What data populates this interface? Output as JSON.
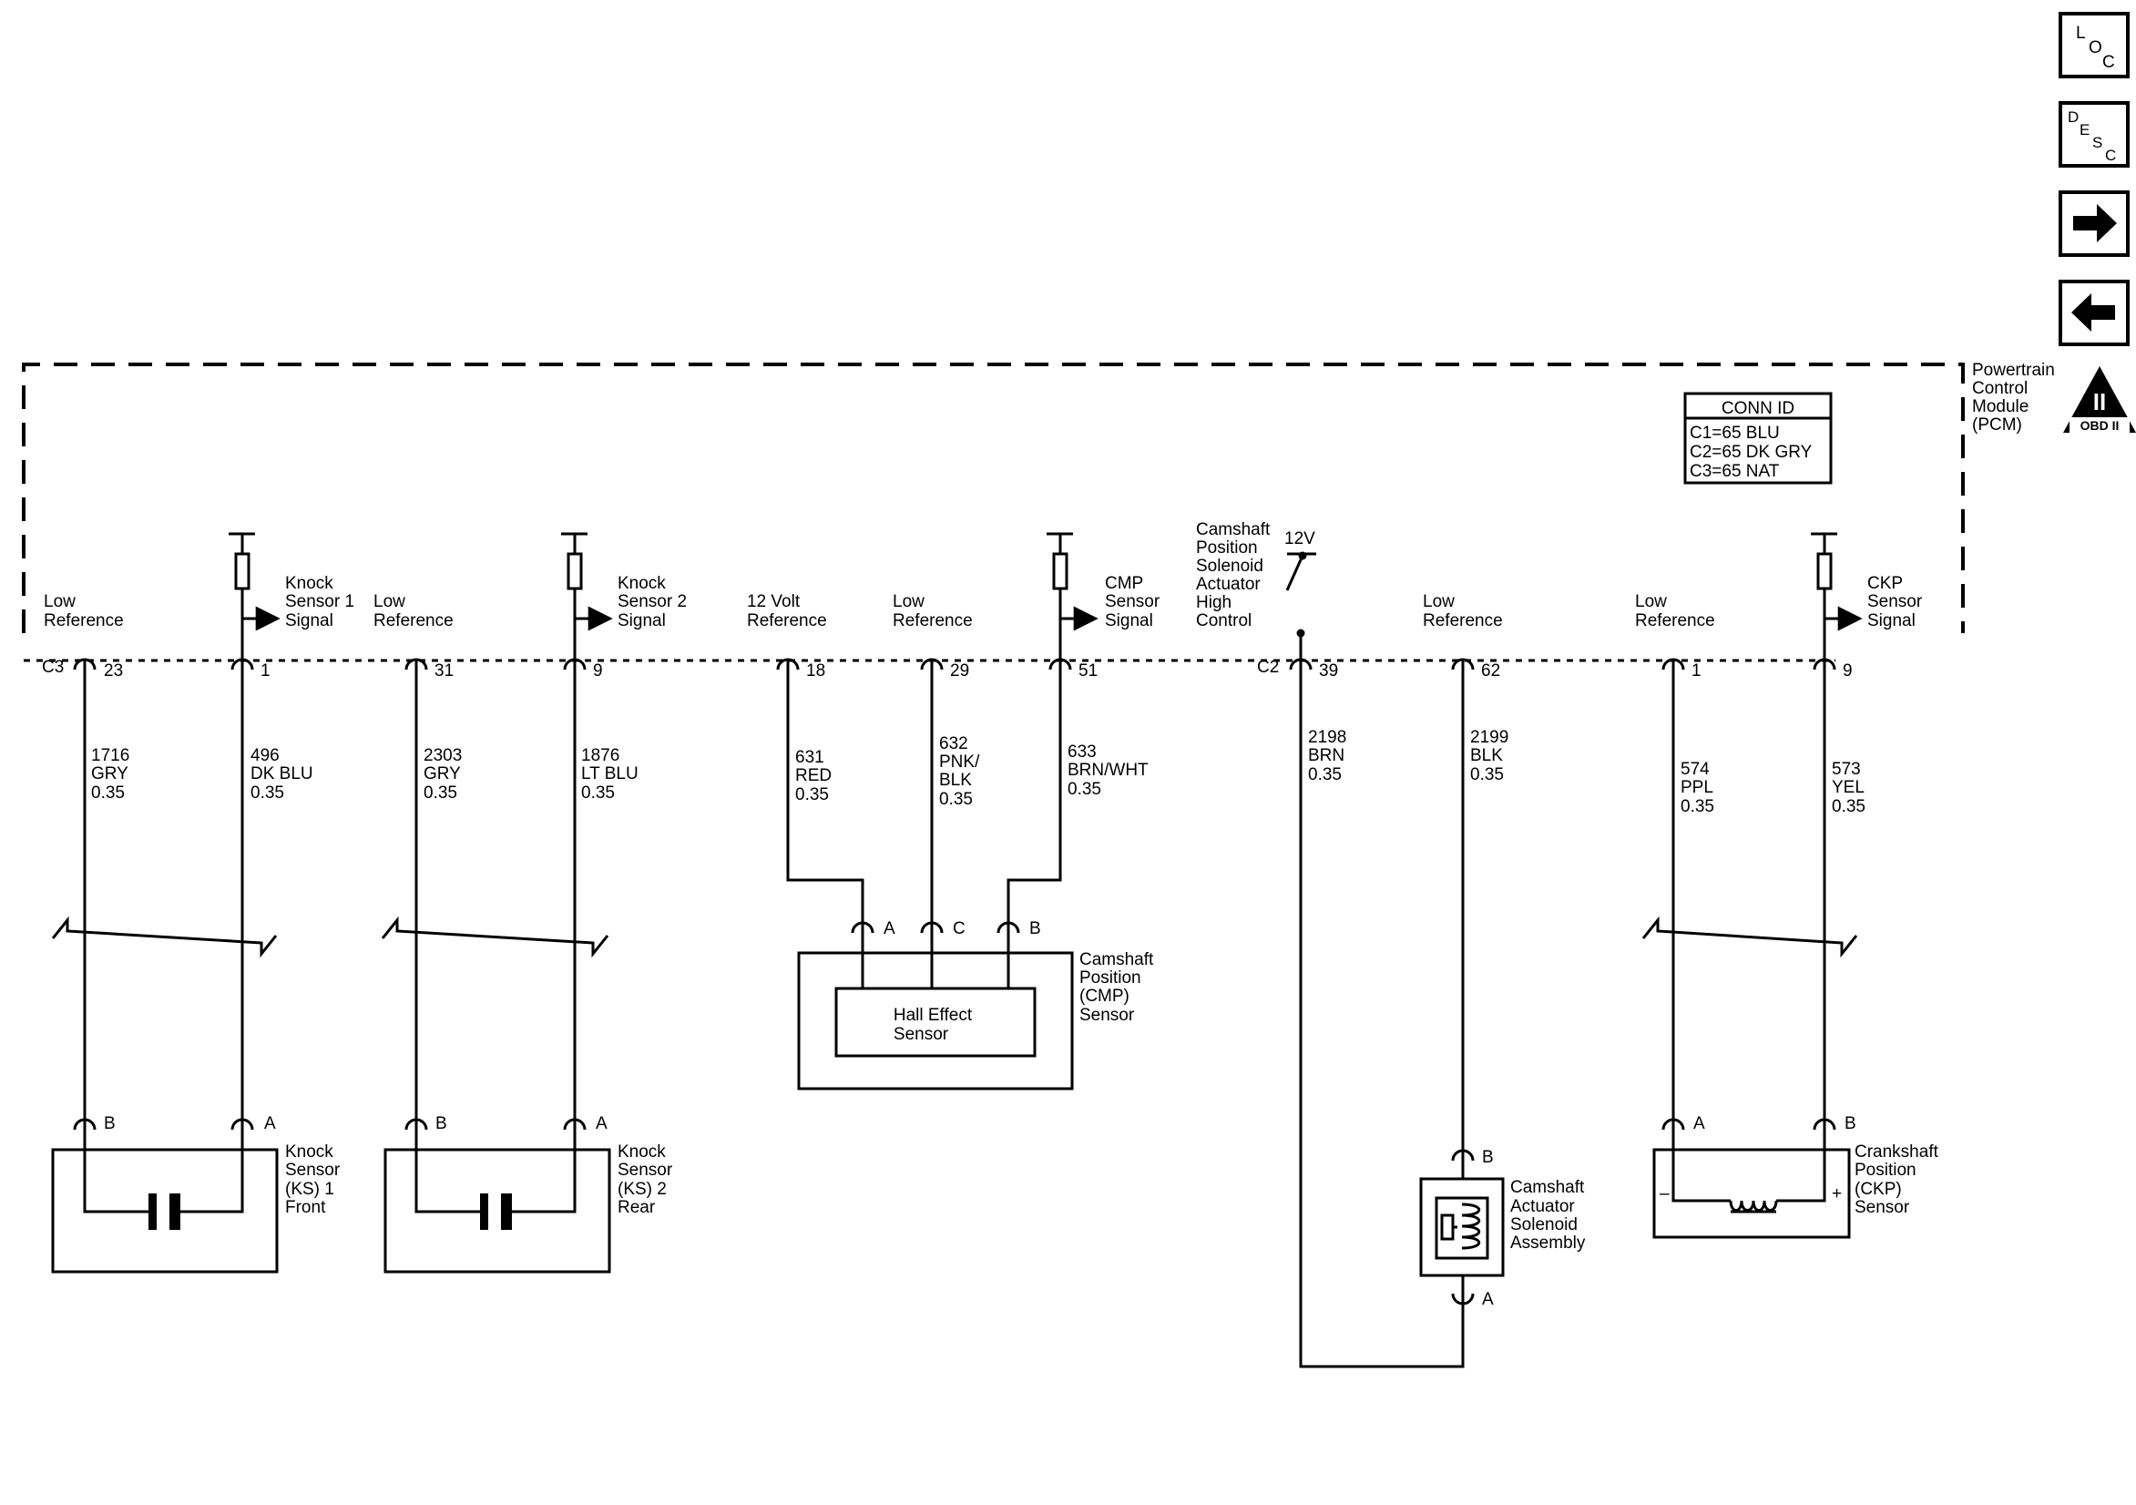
{
  "module": {
    "name": [
      "Powertrain",
      "Control",
      "Module",
      "(PCM)"
    ],
    "conn_id": {
      "title": "CONN ID",
      "lines": [
        "C1=65 BLU",
        "C2=65 DK GRY",
        "C3=65 NAT"
      ]
    },
    "obd": {
      "numeral": "II",
      "text": "OBD II"
    }
  },
  "nav": {
    "loc": [
      "L",
      "O",
      "C"
    ],
    "desc": [
      "D",
      "E",
      "S",
      "C"
    ],
    "forward": "forward-arrow",
    "back": "back-arrow"
  },
  "connectors": {
    "c3": "C3",
    "c2": "C2"
  },
  "circuits": [
    {
      "id": "ks1-low",
      "label": [
        "Low",
        "Reference"
      ],
      "pin": "23",
      "wire": [
        "1716",
        "GRY",
        "0.35"
      ],
      "sensor_pin": "B"
    },
    {
      "id": "ks1-sig",
      "label": [
        "Knock",
        "Sensor 1",
        "Signal"
      ],
      "pin": "1",
      "wire": [
        "496",
        "DK BLU",
        "0.35"
      ],
      "sensor_pin": "A"
    },
    {
      "id": "ks2-low",
      "label": [
        "Low",
        "Reference"
      ],
      "pin": "31",
      "wire": [
        "2303",
        "GRY",
        "0.35"
      ],
      "sensor_pin": "B"
    },
    {
      "id": "ks2-sig",
      "label": [
        "Knock",
        "Sensor 2",
        "Signal"
      ],
      "pin": "9",
      "wire": [
        "1876",
        "LT BLU",
        "0.35"
      ],
      "sensor_pin": "A"
    },
    {
      "id": "cmp-12v",
      "label": [
        "12 Volt",
        "Reference"
      ],
      "pin": "18",
      "wire": [
        "631",
        "RED",
        "0.35"
      ],
      "sensor_pin": "A"
    },
    {
      "id": "cmp-low",
      "label": [
        "Low",
        "Reference"
      ],
      "pin": "29",
      "wire": [
        "632",
        "PNK/",
        "BLK",
        "0.35"
      ],
      "sensor_pin": "C"
    },
    {
      "id": "cmp-sig",
      "label": [
        "CMP",
        "Sensor",
        "Signal"
      ],
      "pin": "51",
      "wire": [
        "633",
        "BRN/WHT",
        "0.35"
      ],
      "sensor_pin": "B"
    },
    {
      "id": "cam-hi",
      "label": [
        "Camshaft",
        "Position",
        "Solenoid",
        "Actuator",
        "High",
        "Control"
      ],
      "supply": "12V",
      "pin": "39",
      "wire": [
        "2198",
        "BRN",
        "0.35"
      ],
      "sensor_pin": "A"
    },
    {
      "id": "cam-low",
      "label": [
        "Low",
        "Reference"
      ],
      "pin": "62",
      "wire": [
        "2199",
        "BLK",
        "0.35"
      ],
      "sensor_pin": "B"
    },
    {
      "id": "ckp-low",
      "label": [
        "Low",
        "Reference"
      ],
      "pin": "1",
      "wire": [
        "574",
        "PPL",
        "0.35"
      ],
      "sensor_pin": "A"
    },
    {
      "id": "ckp-sig",
      "label": [
        "CKP",
        "Sensor",
        "Signal"
      ],
      "pin": "9",
      "wire": [
        "573",
        "YEL",
        "0.35"
      ],
      "sensor_pin": "B"
    }
  ],
  "components": {
    "ks1": [
      "Knock",
      "Sensor",
      "(KS) 1",
      "Front"
    ],
    "ks2": [
      "Knock",
      "Sensor",
      "(KS) 2",
      "Rear"
    ],
    "cmp": [
      "Camshaft",
      "Position",
      "(CMP)",
      "Sensor"
    ],
    "hall": [
      "Hall Effect",
      "Sensor"
    ],
    "solenoid": [
      "Camshaft",
      "Actuator",
      "Solenoid",
      "Assembly"
    ],
    "ckp": [
      "Crankshaft",
      "Position",
      "(CKP)",
      "Sensor"
    ],
    "ckp_polarity": [
      "–",
      "+"
    ]
  }
}
